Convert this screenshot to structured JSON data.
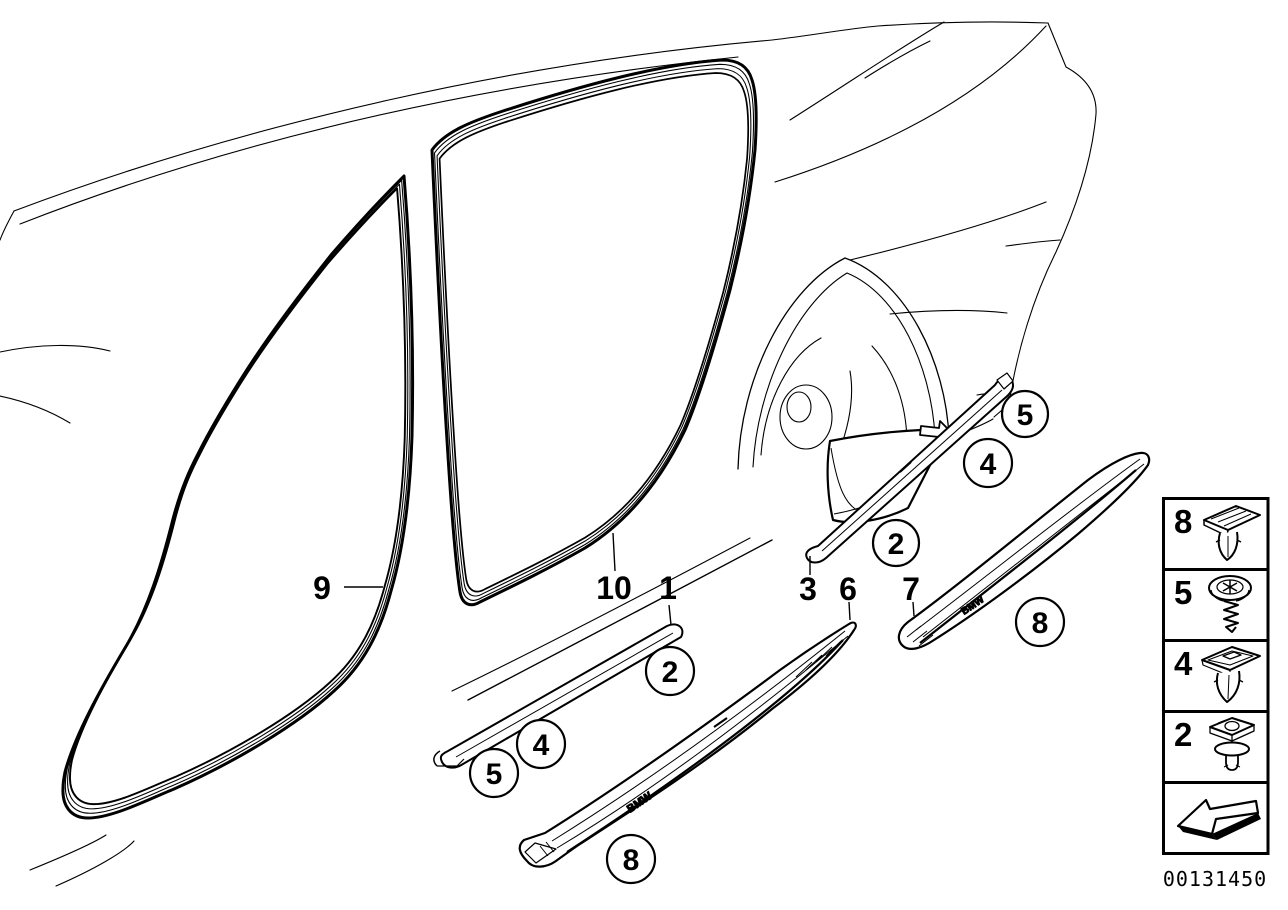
{
  "colors": {
    "line": "#000000",
    "background": "#ffffff"
  },
  "labels": {
    "item9": "9",
    "item10": "10",
    "item1": "1",
    "item3": "3",
    "item6": "6",
    "item7": "7"
  },
  "callouts": {
    "strip1_clip2": "2",
    "strip1_clip4": "4",
    "strip1_clip5": "5",
    "strip1_rivet8": "8",
    "strip3_clip5": "5",
    "strip3_clip4": "4",
    "strip3_clip2": "2",
    "strip3_rivet8": "8"
  },
  "legend": {
    "rows": [
      {
        "num": "8",
        "icon": "expanding-rivet-icon"
      },
      {
        "num": "5",
        "icon": "screw-icon"
      },
      {
        "num": "4",
        "icon": "grommet-clip-icon"
      },
      {
        "num": "2",
        "icon": "clip-nut-icon"
      }
    ],
    "arrow_icon": "direction-arrow-icon"
  },
  "part_number": "00131450",
  "brand_mark": "BMW"
}
